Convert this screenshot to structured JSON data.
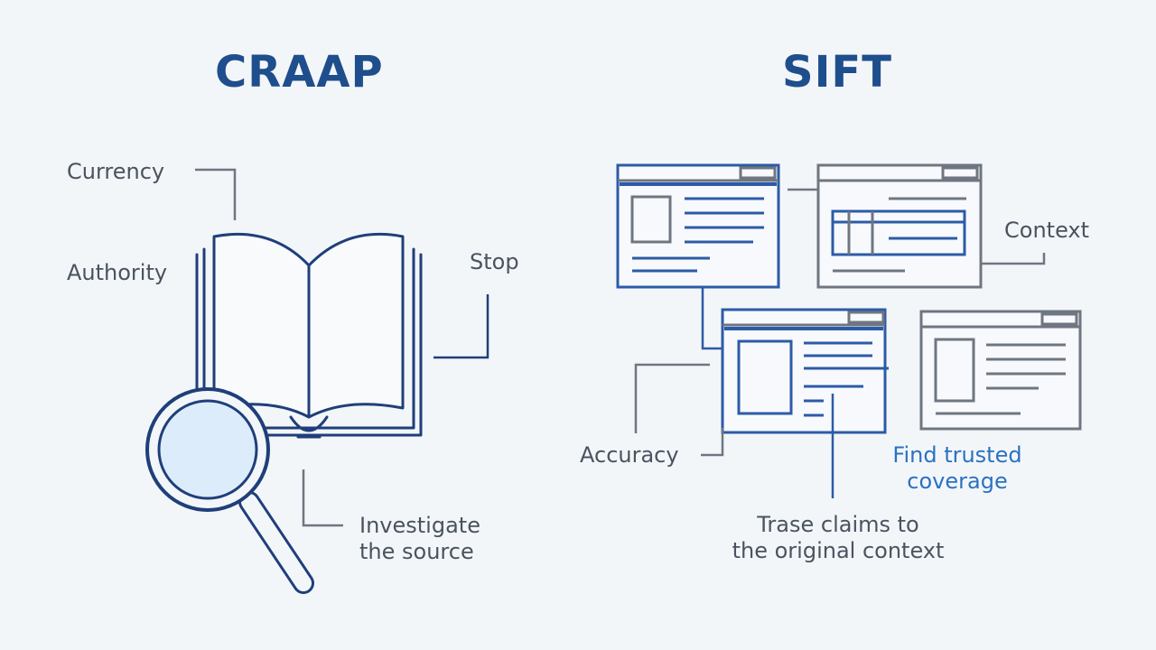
{
  "craap": {
    "title": "CRAAP",
    "labels": {
      "currency": "Currency",
      "authority": "Authority",
      "stop": "Stop",
      "investigate_line1": "Investigate",
      "investigate_line2": "the source"
    }
  },
  "sift": {
    "title": "SIFT",
    "labels": {
      "context": "Context",
      "accuracy": "Accuracy",
      "find_line1": "Find trusted",
      "find_line2": "coverage",
      "trace_line1": "Trase claims to",
      "trace_line2": "the original context"
    }
  },
  "colors": {
    "background": "#f3f6f9",
    "title": "#1f4e8c",
    "navy_line": "#1f3f7a",
    "gray_line": "#6f7681",
    "blue_window": "#2c5ba7",
    "accent_blue_text": "#2a72c2",
    "label_text": "#4a5360",
    "lens_fill": "#dcecfa"
  },
  "icons": [
    "open-book-icon",
    "magnifying-glass-icon",
    "browser-window-icon"
  ]
}
